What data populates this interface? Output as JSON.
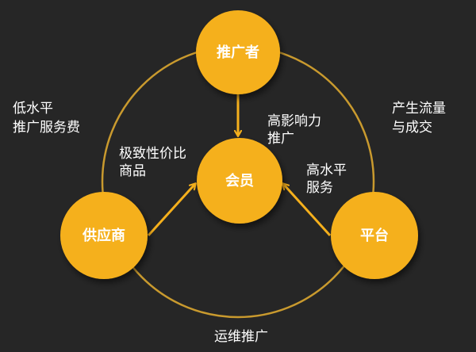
{
  "colors": {
    "background": "#262626",
    "node": "#f5b01c",
    "ring": "#c99a2e",
    "arrow": "#f5b01c",
    "text": "#ffffff"
  },
  "nodes": {
    "promoter": "推广者",
    "member": "会员",
    "supplier": "供应商",
    "platform": "平台"
  },
  "labels": {
    "promoter_to_member": [
      "高影响力",
      "推广"
    ],
    "supplier_to_member": [
      "极致性价比",
      "商品"
    ],
    "platform_to_member": [
      "高水平",
      "服务"
    ],
    "promoter_supplier": [
      "低水平",
      "推广服务费"
    ],
    "promoter_platform": [
      "产生流量",
      "与成交"
    ],
    "supplier_platform": [
      "运维推广"
    ]
  }
}
